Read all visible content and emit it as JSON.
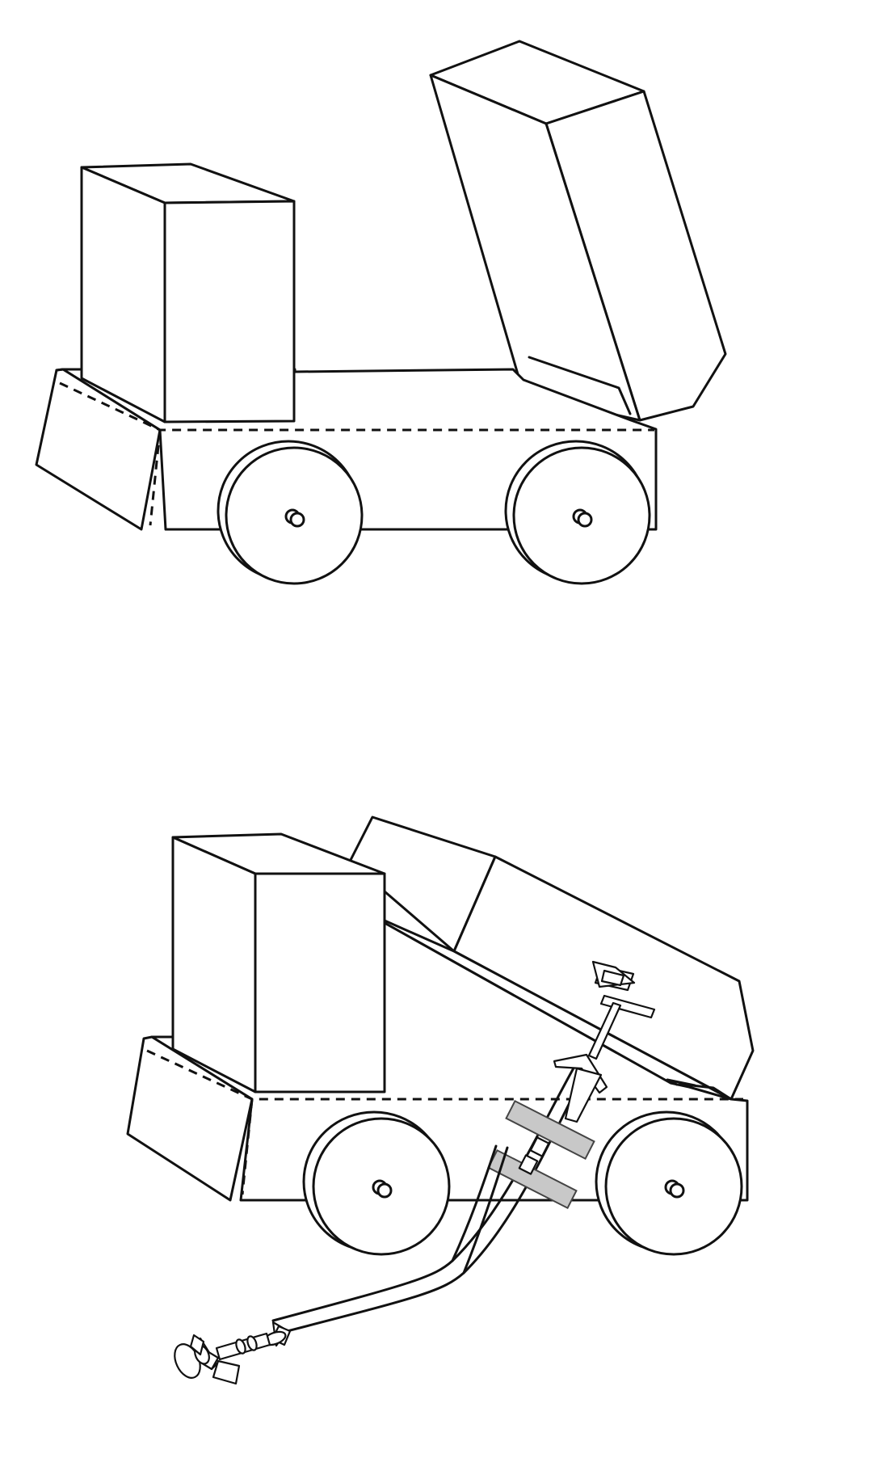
{
  "figure": {
    "panels": [
      {
        "id": "top",
        "content": "truck-with-raised-dump-bed"
      },
      {
        "id": "bottom",
        "content": "truck-with-lowered-bed-and-syringe-hydraulic"
      }
    ],
    "colors": {
      "stroke": "#111111",
      "fill": "#ffffff",
      "tape": "#c8c8c8"
    }
  }
}
